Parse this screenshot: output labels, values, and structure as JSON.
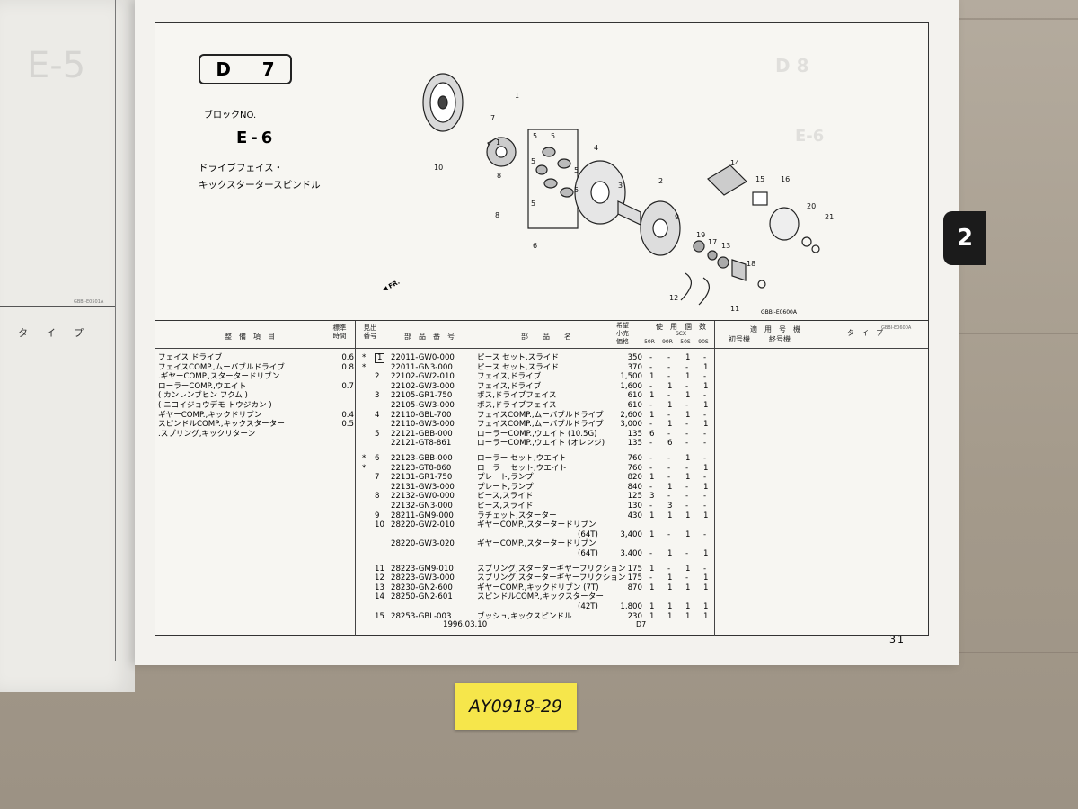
{
  "block": {
    "label_letter": "D",
    "label_number": "7",
    "block_no_label": "ブロックNO.",
    "code": "E-6",
    "desc1": "ドライブフェイス・",
    "desc2": "キックスタータースピンドル"
  },
  "diagram": {
    "code": "GBBI-E0600A",
    "side_code": "GBBI-E0600A",
    "front_label": "FR.",
    "callouts": [
      "10",
      "7",
      "1",
      "8",
      "1",
      "8",
      "5",
      "5",
      "5",
      "5",
      "5",
      "5",
      "6",
      "4",
      "3",
      "2",
      "9",
      "19",
      "17",
      "13",
      "18",
      "14",
      "15",
      "16",
      "20",
      "21",
      "12",
      "11"
    ]
  },
  "headers": {
    "service_item": "整　備　項　目",
    "std_time": "標準\n時間",
    "ref_no": "見出\n番号",
    "part_no": "部　品　番　号",
    "part_name": "部　　品　　名",
    "price": "希望\n小売\n価格",
    "qty_usage": "使　用　個　数",
    "scx": "SCX",
    "models": [
      "50R",
      "90R",
      "50S",
      "90S"
    ],
    "applicable": "適　用　号　機",
    "first_no": "初号機",
    "last_no": "終号機",
    "type": "タ　イ　プ"
  },
  "service_items": [
    {
      "name": "フェイス,ドライブ",
      "time": "0.6"
    },
    {
      "name": "フェイスCOMP.,ムーバブルドライブ",
      "time": "0.8"
    },
    {
      "name": ".ギヤーCOMP.,スタータードリブン",
      "time": ""
    },
    {
      "name": "ローラーCOMP.,ウエイト",
      "time": "0.7"
    },
    {
      "name": "( カンレンブヒン フクム )",
      "time": ""
    },
    {
      "name": "( ニコイジョウデモ トウジカン )",
      "time": ""
    },
    {
      "name": "ギヤーCOMP.,キックドリブン",
      "time": "0.4"
    },
    {
      "name": "スピンドルCOMP.,キックスターター",
      "time": "0.5"
    },
    {
      "name": ".スプリング,キックリターン",
      "time": ""
    }
  ],
  "parts": [
    {
      "mark": "*",
      "ref": "1",
      "boxed": true,
      "no": "22011-GW0-000",
      "name": "ピース セット,スライド",
      "price": "350",
      "q": [
        "-",
        "-",
        "1",
        "-"
      ]
    },
    {
      "mark": "*",
      "ref": "",
      "boxed": false,
      "no": "22011-GN3-000",
      "name": "ピース セット,スライド",
      "price": "370",
      "q": [
        "-",
        "-",
        "-",
        "1"
      ]
    },
    {
      "mark": "",
      "ref": "2",
      "boxed": false,
      "no": "22102-GW2-010",
      "name": "フェイス,ドライブ",
      "price": "1,500",
      "q": [
        "1",
        "-",
        "1",
        "-"
      ]
    },
    {
      "mark": "",
      "ref": "",
      "boxed": false,
      "no": "22102-GW3-000",
      "name": "フェイス,ドライブ",
      "price": "1,600",
      "q": [
        "-",
        "1",
        "-",
        "1"
      ]
    },
    {
      "mark": "",
      "ref": "3",
      "boxed": false,
      "no": "22105-GR1-750",
      "name": "ボス,ドライブフェイス",
      "price": "610",
      "q": [
        "1",
        "-",
        "1",
        "-"
      ]
    },
    {
      "mark": "",
      "ref": "",
      "boxed": false,
      "no": "22105-GW3-000",
      "name": "ボス,ドライブフェイス",
      "price": "610",
      "q": [
        "-",
        "1",
        "-",
        "1"
      ]
    },
    {
      "mark": "",
      "ref": "4",
      "boxed": false,
      "no": "22110-GBL-700",
      "name": "フェイスCOMP.,ムーバブルドライブ",
      "price": "2,600",
      "q": [
        "1",
        "-",
        "1",
        "-"
      ]
    },
    {
      "mark": "",
      "ref": "",
      "boxed": false,
      "no": "22110-GW3-000",
      "name": "フェイスCOMP.,ムーバブルドライブ",
      "price": "3,000",
      "q": [
        "-",
        "1",
        "-",
        "1"
      ]
    },
    {
      "mark": "",
      "ref": "5",
      "boxed": false,
      "no": "22121-GBB-000",
      "name": "ローラーCOMP.,ウエイト (10.5G)",
      "price": "135",
      "q": [
        "6",
        "-",
        "-",
        "-"
      ]
    },
    {
      "mark": "",
      "ref": "",
      "boxed": false,
      "no": "22121-GT8-861",
      "name": "ローラーCOMP.,ウエイト (オレンジ)",
      "price": "135",
      "q": [
        "-",
        "6",
        "-",
        "-"
      ]
    },
    {
      "mark": "*",
      "ref": "6",
      "boxed": false,
      "no": "22123-GBB-000",
      "name": "ローラー セット,ウエイト",
      "price": "760",
      "q": [
        "-",
        "-",
        "1",
        "-"
      ]
    },
    {
      "mark": "*",
      "ref": "",
      "boxed": false,
      "no": "22123-GT8-860",
      "name": "ローラー セット,ウエイト",
      "price": "760",
      "q": [
        "-",
        "-",
        "-",
        "1"
      ]
    },
    {
      "mark": "",
      "ref": "7",
      "boxed": false,
      "no": "22131-GR1-750",
      "name": "プレート,ランプ",
      "price": "820",
      "q": [
        "1",
        "-",
        "1",
        "-"
      ]
    },
    {
      "mark": "",
      "ref": "",
      "boxed": false,
      "no": "22131-GW3-000",
      "name": "プレート,ランプ",
      "price": "840",
      "q": [
        "-",
        "1",
        "-",
        "1"
      ]
    },
    {
      "mark": "",
      "ref": "8",
      "boxed": false,
      "no": "22132-GW0-000",
      "name": "ピース,スライド",
      "price": "125",
      "q": [
        "3",
        "-",
        "-",
        "-"
      ]
    },
    {
      "mark": "",
      "ref": "",
      "boxed": false,
      "no": "22132-GN3-000",
      "name": "ピース,スライド",
      "price": "130",
      "q": [
        "-",
        "3",
        "-",
        "-"
      ]
    },
    {
      "mark": "",
      "ref": "9",
      "boxed": false,
      "no": "28211-GM9-000",
      "name": "ラチェット,スターター",
      "price": "430",
      "q": [
        "1",
        "1",
        "1",
        "1"
      ]
    },
    {
      "mark": "",
      "ref": "10",
      "boxed": false,
      "no": "28220-GW2-010",
      "name": "ギヤーCOMP.,スタータードリブン",
      "price": "",
      "q": [
        "",
        "",
        "",
        ""
      ]
    },
    {
      "mark": "",
      "ref": "",
      "boxed": false,
      "no": "",
      "name": "(64T)",
      "price": "3,400",
      "q": [
        "1",
        "-",
        "1",
        "-"
      ]
    },
    {
      "mark": "",
      "ref": "",
      "boxed": false,
      "no": "28220-GW3-020",
      "name": "ギヤーCOMP.,スタータードリブン",
      "price": "",
      "q": [
        "",
        "",
        "",
        ""
      ]
    },
    {
      "mark": "",
      "ref": "",
      "boxed": false,
      "no": "",
      "name": "(64T)",
      "price": "3,400",
      "q": [
        "-",
        "1",
        "-",
        "1"
      ]
    },
    {
      "mark": "",
      "ref": "11",
      "boxed": false,
      "no": "28223-GM9-010",
      "name": "スプリング,スターターギヤーフリクション",
      "price": "175",
      "q": [
        "1",
        "-",
        "1",
        "-"
      ]
    },
    {
      "mark": "",
      "ref": "12",
      "boxed": false,
      "no": "28223-GW3-000",
      "name": "スプリング,スターターギヤーフリクション",
      "price": "175",
      "q": [
        "-",
        "1",
        "-",
        "1"
      ]
    },
    {
      "mark": "",
      "ref": "13",
      "boxed": false,
      "no": "28230-GN2-600",
      "name": "ギヤーCOMP.,キックドリブン (7T)",
      "price": "870",
      "q": [
        "1",
        "1",
        "1",
        "1"
      ]
    },
    {
      "mark": "",
      "ref": "14",
      "boxed": false,
      "no": "28250-GN2-601",
      "name": "スピンドルCOMP.,キックスターター",
      "price": "",
      "q": [
        "",
        "",
        "",
        ""
      ]
    },
    {
      "mark": "",
      "ref": "",
      "boxed": false,
      "no": "",
      "name": "(42T)",
      "price": "1,800",
      "q": [
        "1",
        "1",
        "1",
        "1"
      ]
    },
    {
      "mark": "",
      "ref": "15",
      "boxed": false,
      "no": "28253-GBL-003",
      "name": "ブッシュ,キックスピンドル",
      "price": "230",
      "q": [
        "1",
        "1",
        "1",
        "1"
      ]
    }
  ],
  "footer": {
    "date": "1996.03.10",
    "page_code": "D7",
    "page_number": "31"
  },
  "right_tab": "2",
  "ghost": {
    "block": "D 8",
    "code": "E-6",
    "left_code": "E-5"
  },
  "left_page": {
    "type_header": "タイプ",
    "code": "GBBI-E0501A"
  },
  "sticker": "AY0918-29"
}
